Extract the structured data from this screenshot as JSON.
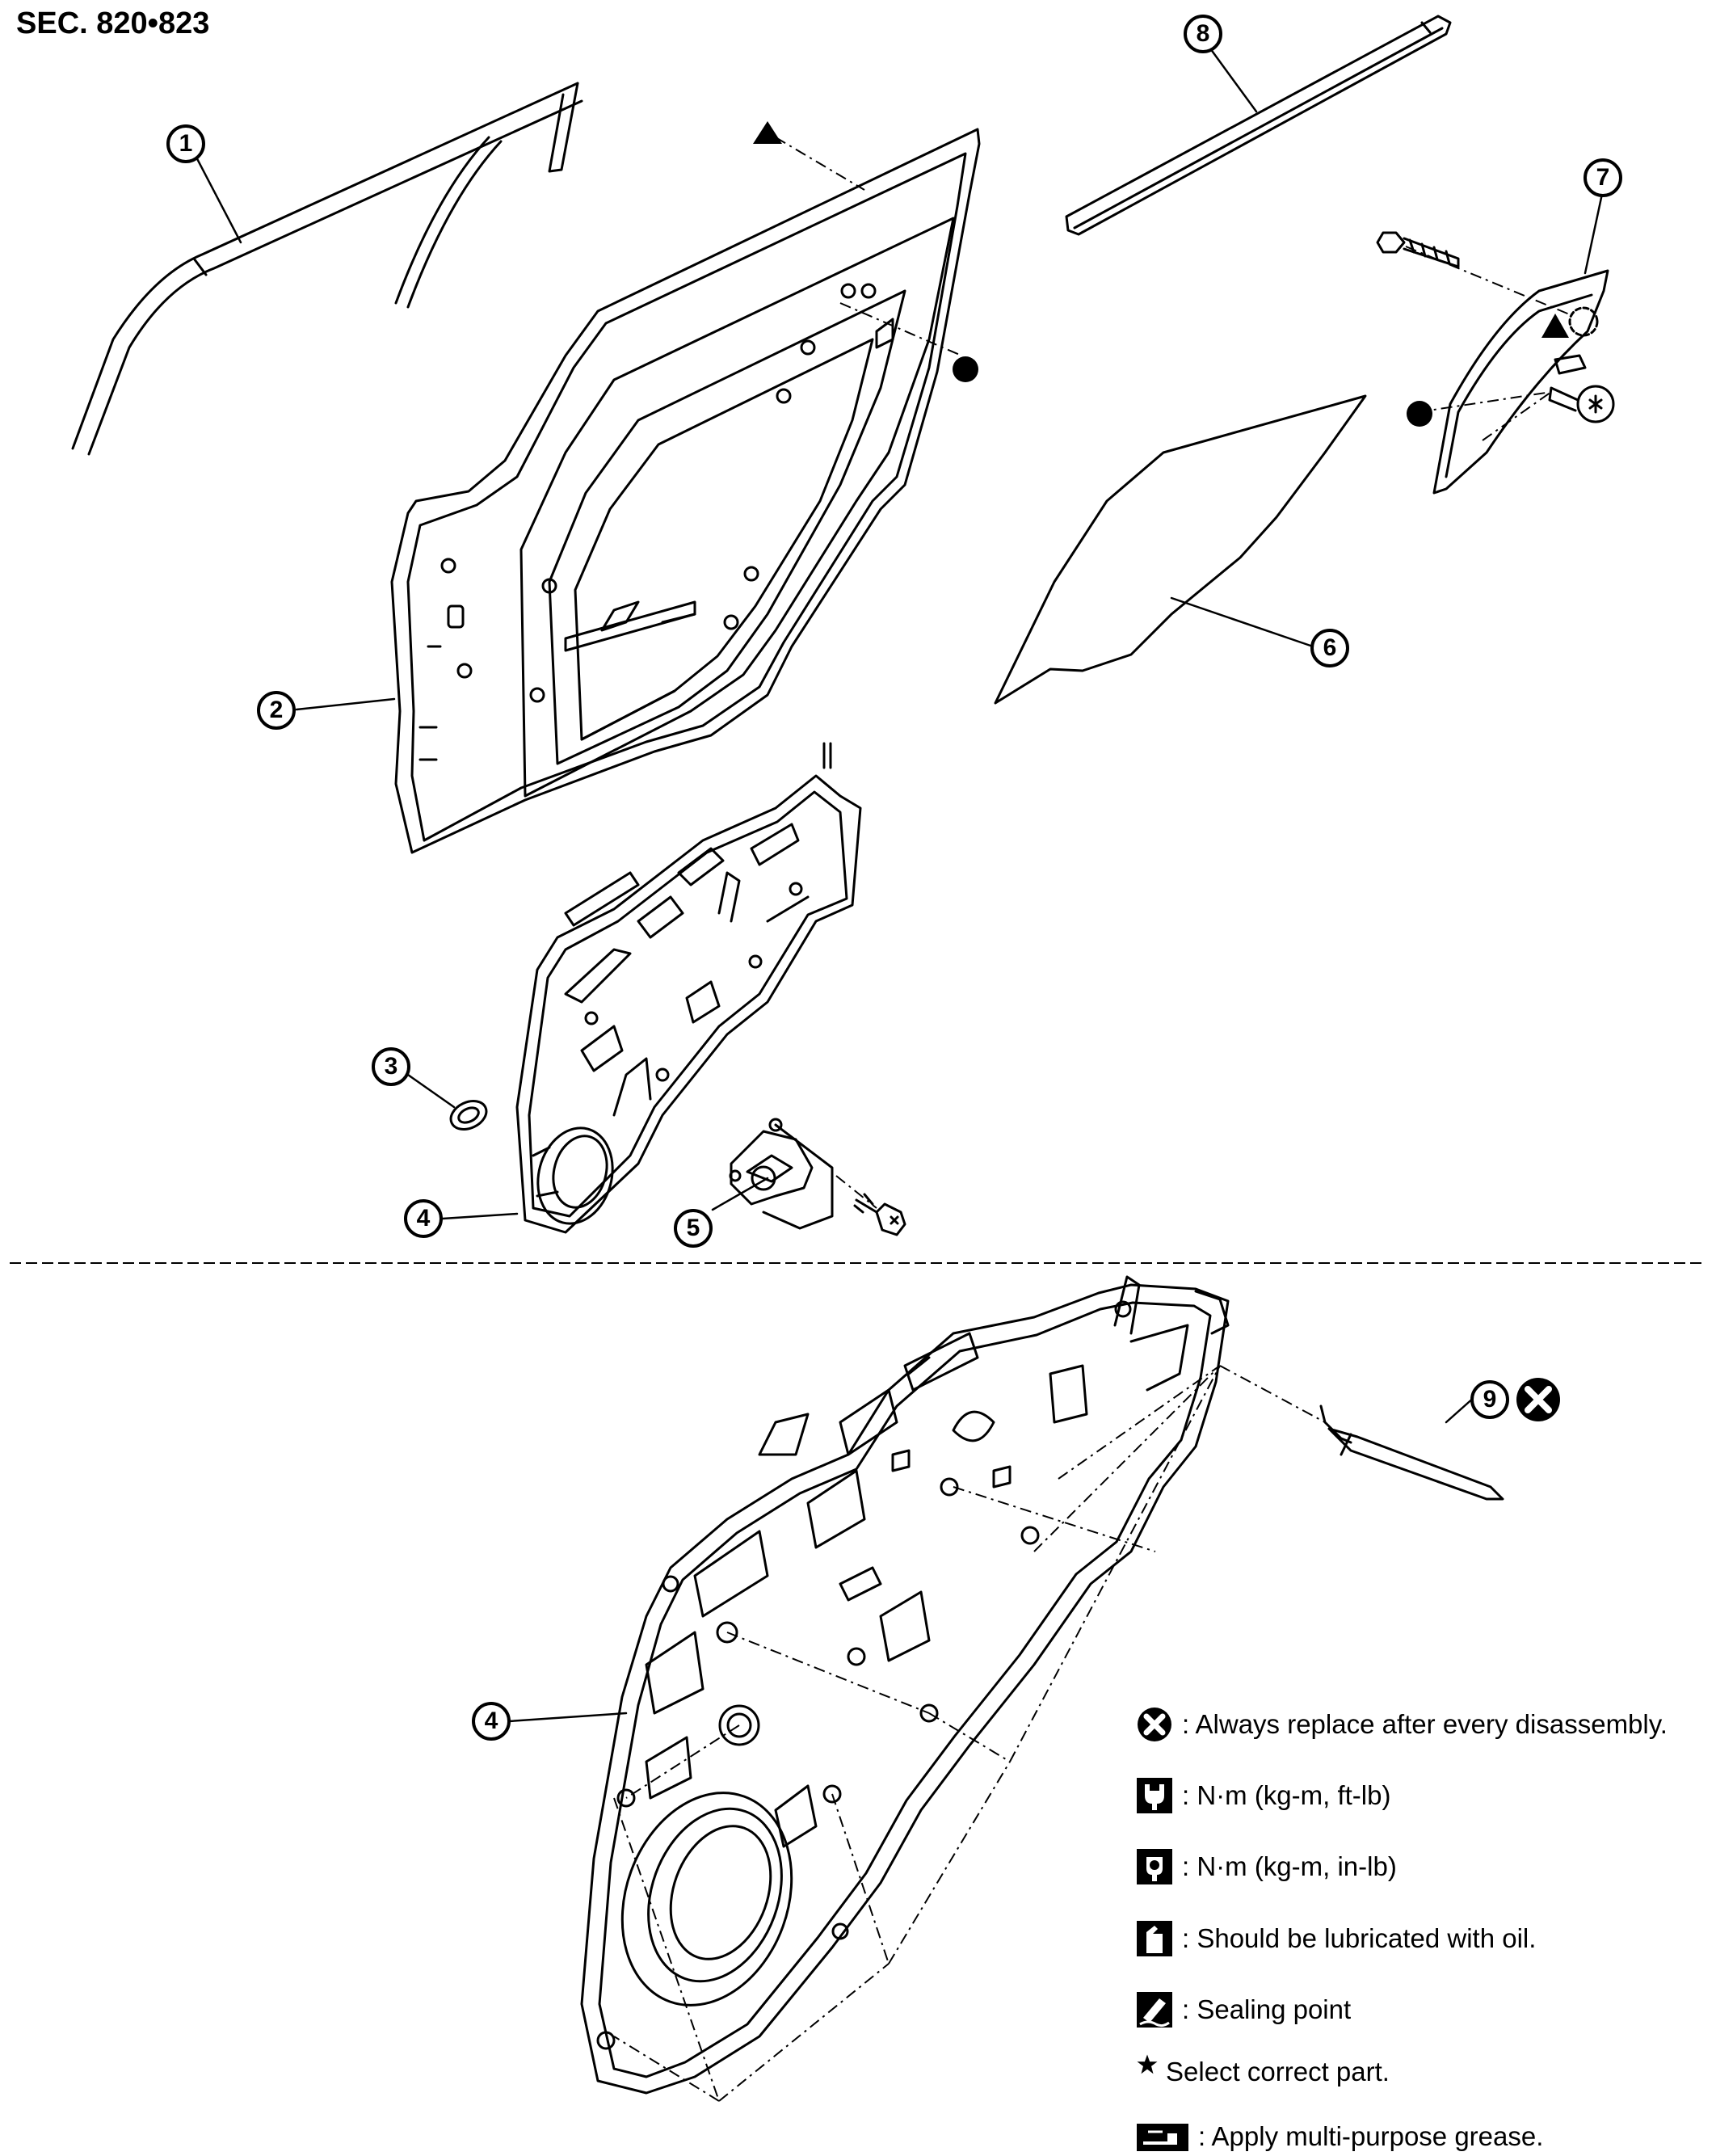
{
  "section_code": "SEC. 820•823",
  "callouts": {
    "c1": "1",
    "c2": "2",
    "c3": "3",
    "c4a": "4",
    "c4b": "4",
    "c5": "5",
    "c6": "6",
    "c7": "7",
    "c8": "8",
    "c9": "9"
  },
  "legend": [
    {
      "icon": "always-replace-icon",
      "text": ": Always replace after every disassembly."
    },
    {
      "icon": "torque-ft-lb-icon",
      "text": ": N·m (kg-m, ft-lb)"
    },
    {
      "icon": "torque-in-lb-icon",
      "text": ": N·m (kg-m, in-lb)"
    },
    {
      "icon": "oil-can-icon",
      "text": ": Should be lubricated with oil."
    },
    {
      "icon": "sealing-point-icon",
      "text": ": Sealing point"
    },
    {
      "icon": "star-icon",
      "text": "Select correct part."
    },
    {
      "icon": "grease-icon",
      "text": ": Apply multi-purpose grease."
    }
  ]
}
